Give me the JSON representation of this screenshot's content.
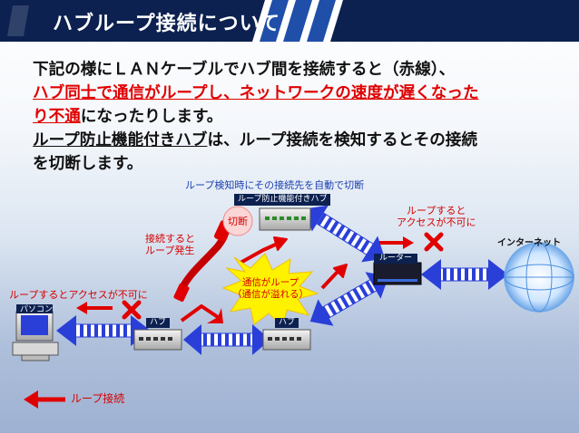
{
  "slide": {
    "title": "ハブループ接続について",
    "paragraph1": {
      "plain_start": "下記の様にＬＡＮケーブルでハブ間を接続すると（赤線）、",
      "red_part_line1": "ハブ同士で通信がループし、ネットワークの速度が遅くなった",
      "red_part_line2": "り不通",
      "plain_end": "になったりします。"
    },
    "paragraph2": {
      "underlined_part": "ループ防止機能付きハブ",
      "plain_line1": "は、ループ接続を検知するとその接続",
      "plain_line2": "を切断します。"
    }
  },
  "diagram": {
    "label_top": "ループ検知時にその接続先を自動で切断",
    "hub_protect_label": "ループ防止機能付きハブ",
    "cut_label": "切断",
    "connect_loop_line1": "接続すると",
    "connect_loop_line2": "ループ発生",
    "loop_access_right_line1": "ループすると",
    "loop_access_right_line2": "アクセスが不可に",
    "internet_label": "インターネット",
    "router_label": "ルーター",
    "loop_access_left": "ループするとアクセスが不可に",
    "pc_label": "パソコン",
    "hub_left_label": "ハブ",
    "hub_mid_label": "ハブ",
    "burst_line1": "通信がループ",
    "burst_line2": "（通信が溢れる）",
    "legend_label": "ループ接続"
  },
  "colors": {
    "title_bg": "#0c2150",
    "title_stripe": "#1f4fa8",
    "loop_red": "#e00000",
    "cable_blue": "#2a3fd8",
    "burst_yellow": "#fff200"
  }
}
